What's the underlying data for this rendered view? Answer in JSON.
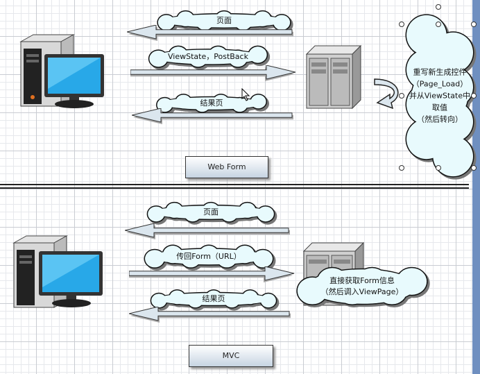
{
  "webform": {
    "msg_page": "页面",
    "msg_postback": "ViewState，PostBack",
    "msg_result": "结果页",
    "server_note": "重写新生成控件\n（Page_Load）\n并从ViewState中\n取值\n（然后转向）",
    "label": "Web Form"
  },
  "mvc": {
    "msg_page": "页面",
    "msg_postback": "传回Form（URL）",
    "msg_result": "结果页",
    "server_note": "直接获取Form信息\n（然后调入ViewPage）",
    "label": "MVC"
  },
  "colors": {
    "cloud_fill": "#e8fafd",
    "arrow_fill": "#dbe6ee",
    "side_bar": "#6f8fc0"
  }
}
